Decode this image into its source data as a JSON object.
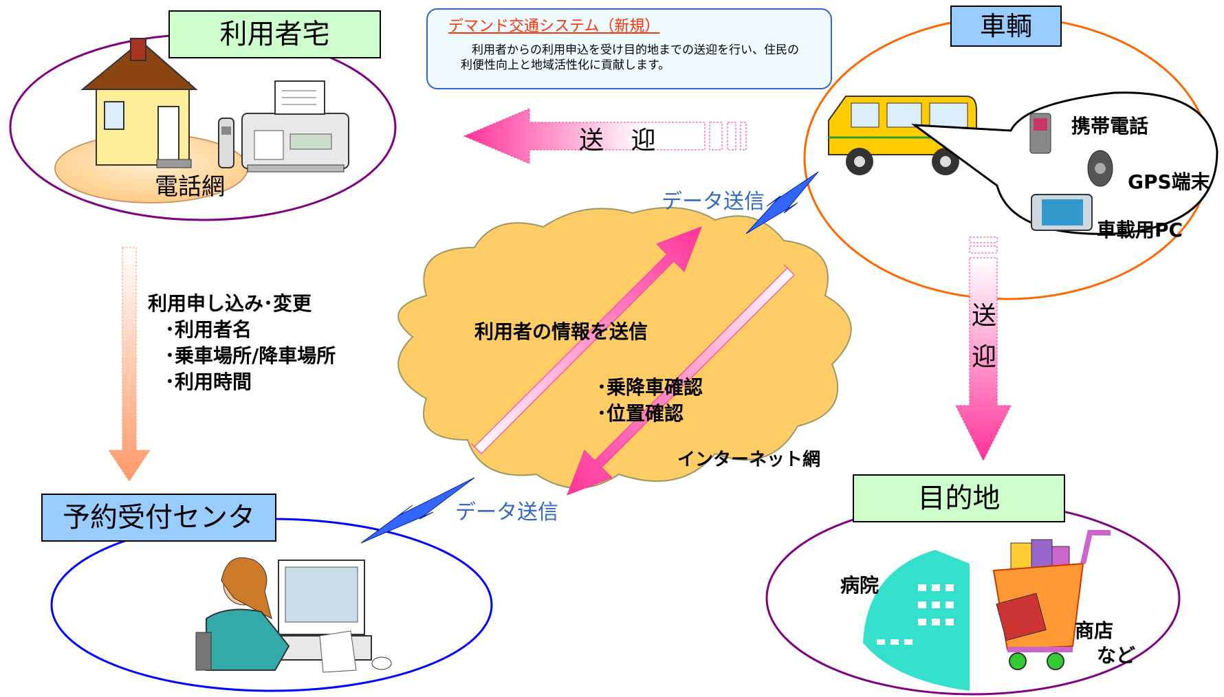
{
  "title_box": {
    "title": "デマンド交通システム（新規）",
    "description": "利用者からの利用申込を受け目的地までの送迎を行い、住民の利便性向上と地域活性化に貢献します。"
  },
  "nodes": {
    "user_home": {
      "label": "利用者宅",
      "sublabel": "電話網"
    },
    "vehicle": {
      "label": "車輌",
      "devices": [
        "携帯電話",
        "GPS端末",
        "車載用PC"
      ]
    },
    "reservation_center": {
      "label": "予約受付センタ"
    },
    "destination": {
      "label": "目的地",
      "places": [
        "病院",
        "商店",
        "など"
      ]
    }
  },
  "arrows": {
    "transport_left": "送 迎",
    "transport_down_1": "送",
    "transport_down_2": "迎",
    "data_send_top": "データ送信",
    "data_send_bottom": "データ送信"
  },
  "application": {
    "heading": "利用申し込み･変更",
    "items": [
      "･利用者名",
      "･乗車場所/降車場所",
      "･利用時間"
    ]
  },
  "cloud": {
    "network": "インターネット網",
    "send_user_info": "利用者の情報を送信",
    "confirm_1": "･乗降車確認",
    "confirm_2": "･位置確認"
  },
  "colors": {
    "pink_arrow": "#ff3399",
    "orange_arrow": "#ff9966",
    "cloud_fill": "#ffcc66",
    "ellipse_purple": "#800080",
    "ellipse_orange": "#ff6600",
    "ellipse_blue": "#0000ff",
    "label_green": "#ccffcc",
    "label_blue": "#99ccff"
  }
}
